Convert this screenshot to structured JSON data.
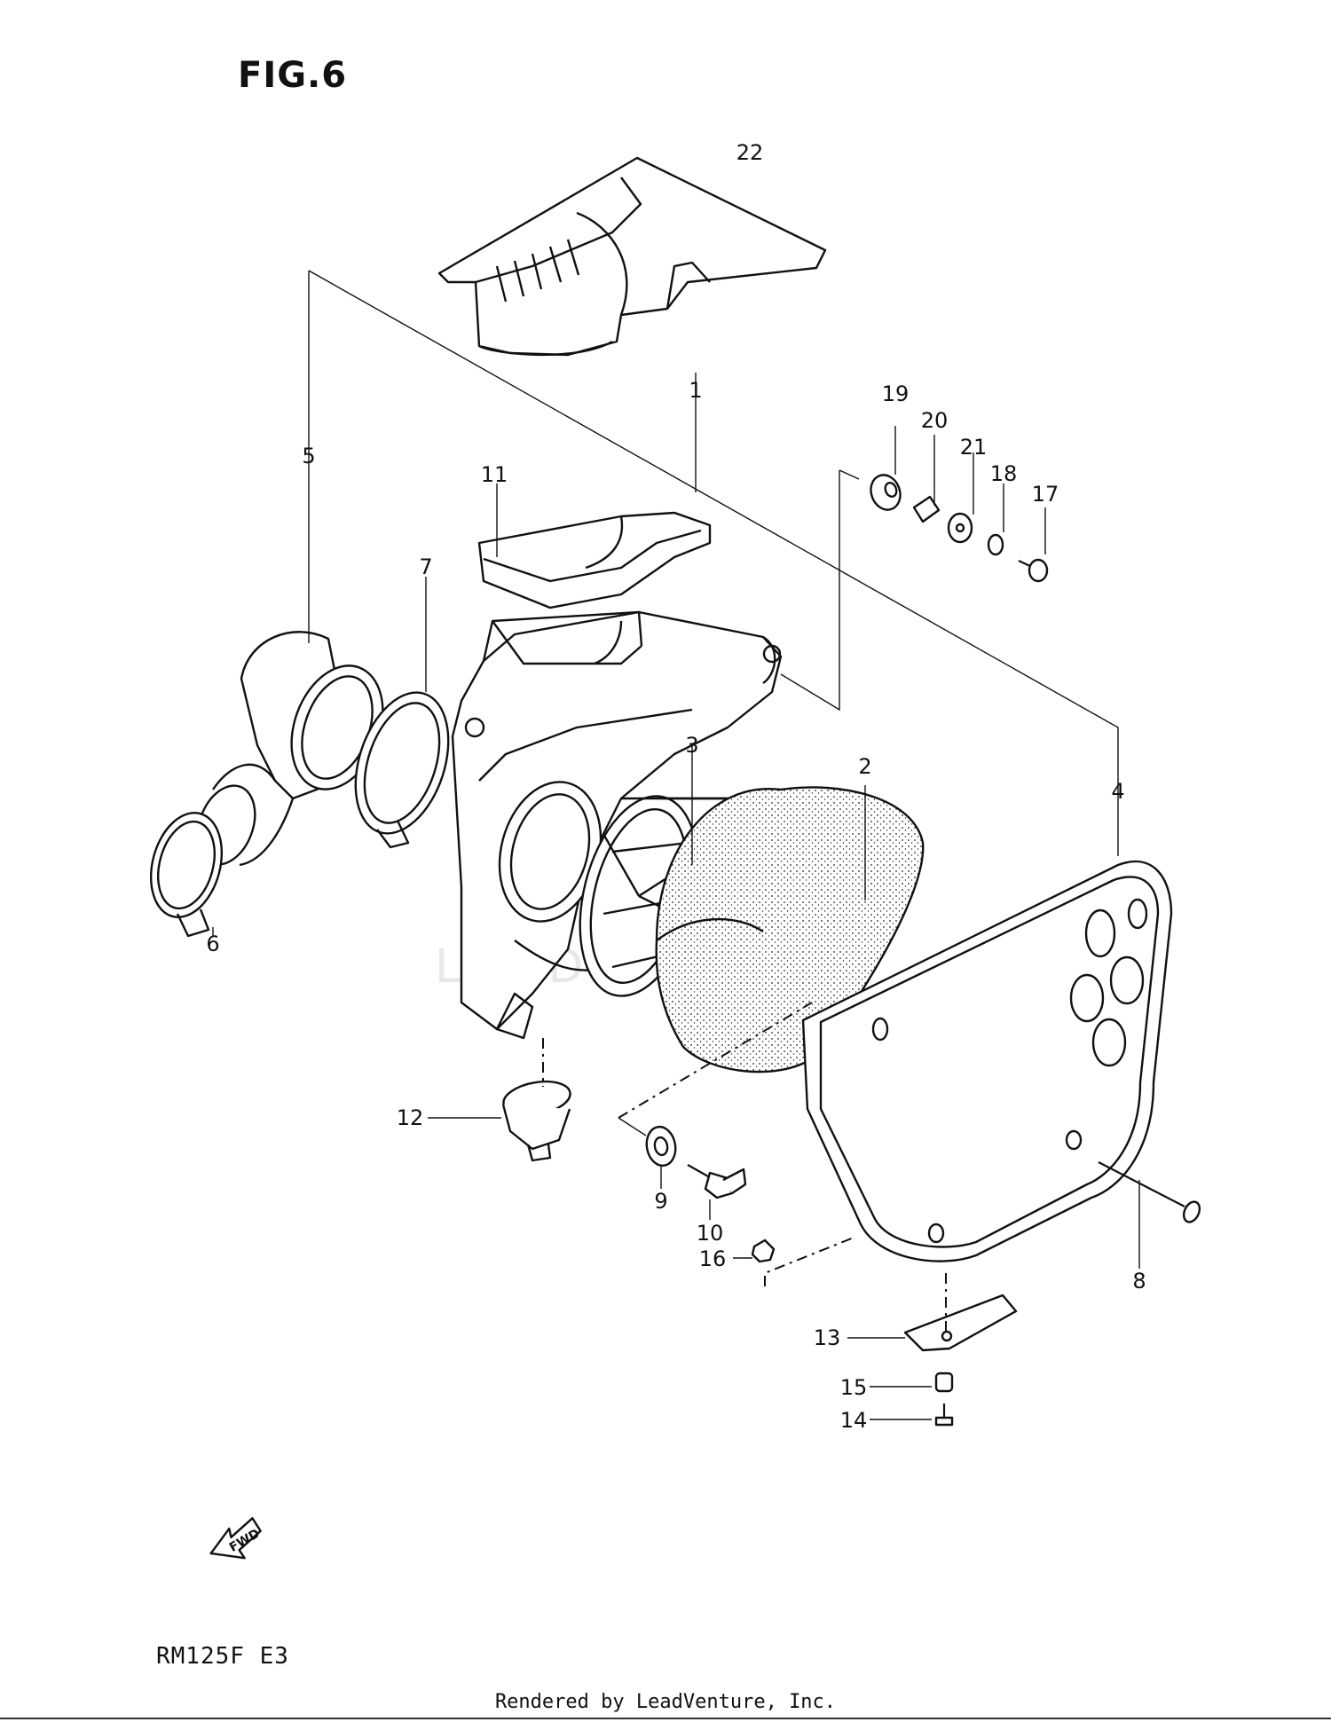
{
  "figure_title": "FIG.6",
  "model_code": "RM125F E3",
  "render_credit": "Rendered by LeadVenture, Inc.",
  "watermark_text": "LEADVENTURE",
  "fwd_label": "FWD",
  "parts": [
    {
      "num": "1"
    },
    {
      "num": "2"
    },
    {
      "num": "3"
    },
    {
      "num": "4"
    },
    {
      "num": "5"
    },
    {
      "num": "6"
    },
    {
      "num": "7"
    },
    {
      "num": "8"
    },
    {
      "num": "9"
    },
    {
      "num": "10"
    },
    {
      "num": "11"
    },
    {
      "num": "12"
    },
    {
      "num": "13"
    },
    {
      "num": "14"
    },
    {
      "num": "15"
    },
    {
      "num": "16"
    },
    {
      "num": "17"
    },
    {
      "num": "18"
    },
    {
      "num": "19"
    },
    {
      "num": "20"
    },
    {
      "num": "21"
    },
    {
      "num": "22"
    }
  ],
  "colors": {
    "line": "#111111",
    "background": "#ffffff",
    "watermark": "#e7e7e7"
  }
}
